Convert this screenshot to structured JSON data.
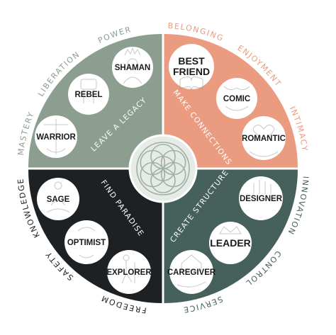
{
  "colors": {
    "legacy": "#8b9e8f",
    "connections": "#eb9b7f",
    "paradise": "#1d2124",
    "structure": "#46605b",
    "center_ring": "#e6ebe7",
    "flower": "#9fb0a4",
    "badge": "#ffffff"
  },
  "quadrants": {
    "legacy": {
      "title": "LEAVE A LEGACY",
      "motivations": [
        "POWER",
        "LIBERATION",
        "MASTERY"
      ],
      "archetypes": [
        {
          "name": "SHAMAN",
          "icon": "shaman-icon"
        },
        {
          "name": "REBEL",
          "icon": "fist-icon"
        },
        {
          "name": "WARRIOR",
          "icon": "warrior-icon"
        }
      ]
    },
    "connections": {
      "title": "MAKE CONNECTIONS",
      "motivations": [
        "BELONGING",
        "ENJOYMENT",
        "INTIMACY"
      ],
      "archetypes": [
        {
          "name": "BEST",
          "name2": "FRIEND",
          "icon": "book-icon"
        },
        {
          "name": "COMIC",
          "icon": "mask-icon"
        },
        {
          "name": "ROMANTIC",
          "icon": "heart-hands-icon"
        }
      ]
    },
    "paradise": {
      "title": "FIND PARADISE",
      "motivations": [
        "KNOWLEDGE",
        "SAFETY",
        "FREEDOM"
      ],
      "archetypes": [
        {
          "name": "SAGE",
          "icon": "meditation-icon"
        },
        {
          "name": "OPTIMIST",
          "icon": "face-icon"
        },
        {
          "name": "EXPLORER",
          "icon": "hiker-icon"
        }
      ]
    },
    "structure": {
      "title": "CREATE STRUCTURE",
      "motivations": [
        "INNOVATION",
        "CONTROL",
        "SERVICE"
      ],
      "archetypes": [
        {
          "name": "DESIGNER",
          "icon": "pencils-icon"
        },
        {
          "name": "LEADER",
          "icon": "crown-icon"
        },
        {
          "name": "CAREGIVER",
          "icon": "house-hand-icon"
        }
      ]
    }
  }
}
